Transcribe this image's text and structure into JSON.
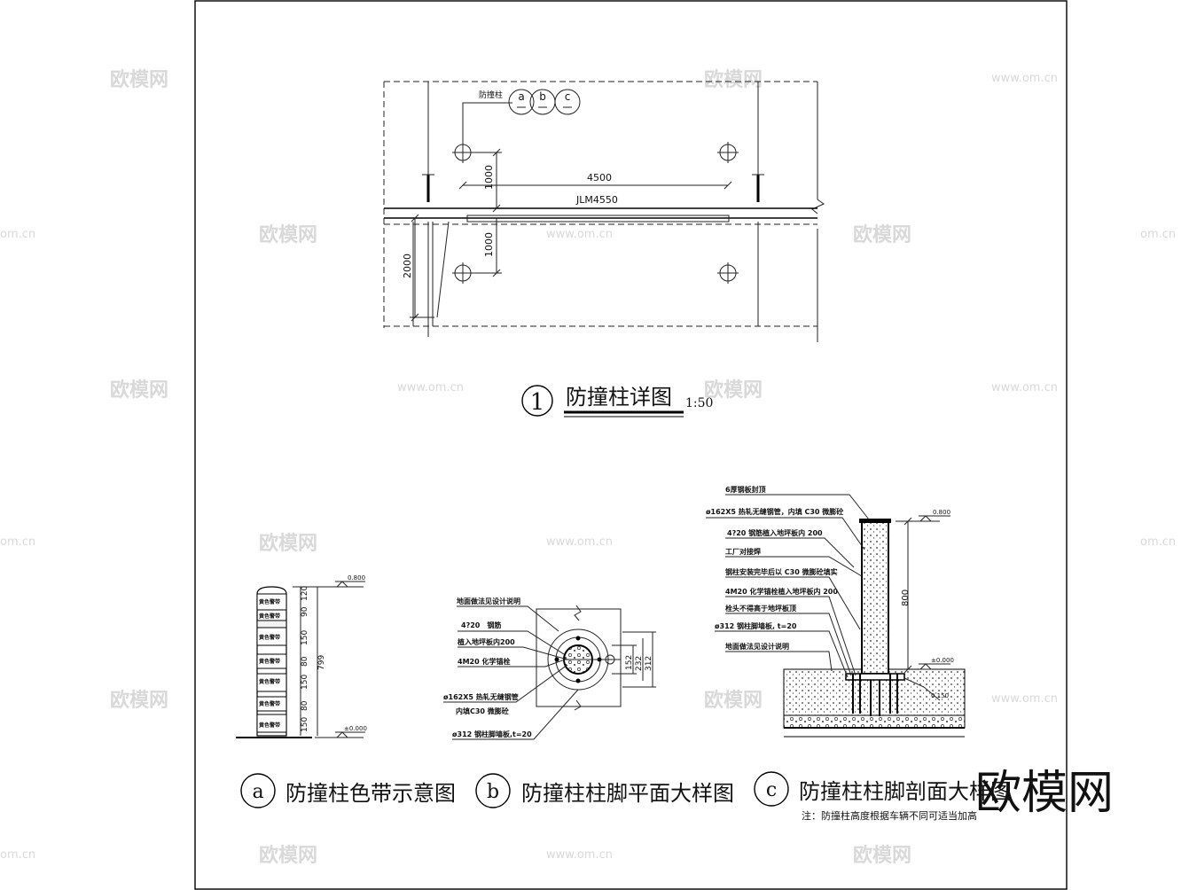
{
  "watermarks": {
    "brand": "欧模网",
    "url": "www.om.cn",
    "url_short": "om.cn",
    "corner_logo": "欧模网"
  },
  "plan": {
    "label_post": "防撞柱",
    "tags": [
      "a",
      "b",
      "c"
    ],
    "dim_span": "4500",
    "beam_label": "JLM4550",
    "dim_upper": "1000",
    "dim_lower": "1000",
    "dim_side": "2000"
  },
  "main_title": {
    "number": "1",
    "text": "防撞柱详图",
    "scale": "1:50"
  },
  "detail_a": {
    "band_label": "黄色警带",
    "elevation_top": "0.800",
    "elevation_base": "±0.000",
    "dims": [
      "120",
      "90",
      "150",
      "80",
      "150",
      "80",
      "150"
    ],
    "total": "799"
  },
  "detail_b": {
    "notes": [
      "地面做法见设计说明",
      "4?20　钢筋",
      "植入地坪板内200",
      "4M20 化学锚栓",
      "ø162X5  热轧无缝钢管",
      "内填C30 微膨砼",
      "ø312 钢柱脚墙板,t=20"
    ],
    "dims": [
      "152",
      "232",
      "312"
    ]
  },
  "detail_c": {
    "notes": [
      "6厚钢板封顶",
      "ø162X5  热轧无缝钢管，内填 C30 微膨砼",
      "4?20   钢筋植入地坪板内 200",
      "工厂对接焊",
      "钢柱安装完毕后以 C30 微膨砼填实",
      "4M20  化学锚栓植入地坪板内 200",
      "栓头不得高于地坪板顶",
      "ø312  钢柱脚墙板, t=20",
      "地面做法见设计说明"
    ],
    "elevation_top": "0.800",
    "elevation_base": "±0.000",
    "dim_height": "800",
    "ground_note": "0.150"
  },
  "captions": [
    {
      "tag": "a",
      "text": "防撞柱色带示意图"
    },
    {
      "tag": "b",
      "text": "防撞柱柱脚平面大样图"
    },
    {
      "tag": "c",
      "text": "防撞柱柱脚剖面大样图"
    }
  ],
  "note": "注：防撞柱高度根据车辆不同可适当加高"
}
